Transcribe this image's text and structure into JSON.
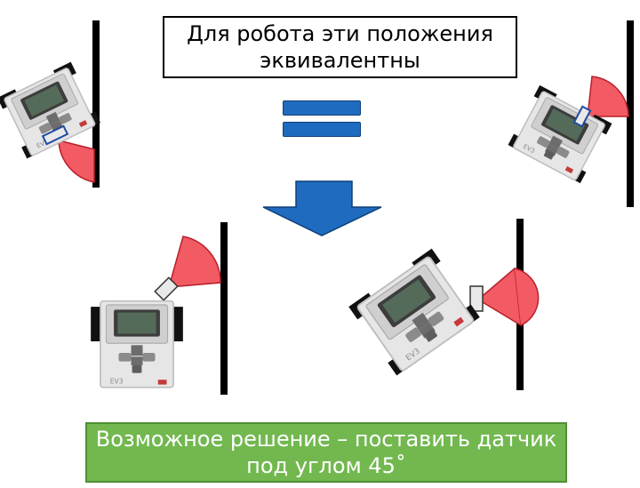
{
  "caption_top": {
    "line1": "Для робота эти положения",
    "line2": "эквивалентны"
  },
  "caption_bottom": {
    "line1": "Возможное решение – поставить датчик",
    "line2": "под углом 45˚"
  },
  "robot_label": "EV3",
  "colors": {
    "arrow_fill": "#1f6bbf",
    "arrow_stroke": "#0d3f78",
    "sensor_cone": "#f25a64",
    "green_box": "#72b84f",
    "wall": "#000000"
  }
}
